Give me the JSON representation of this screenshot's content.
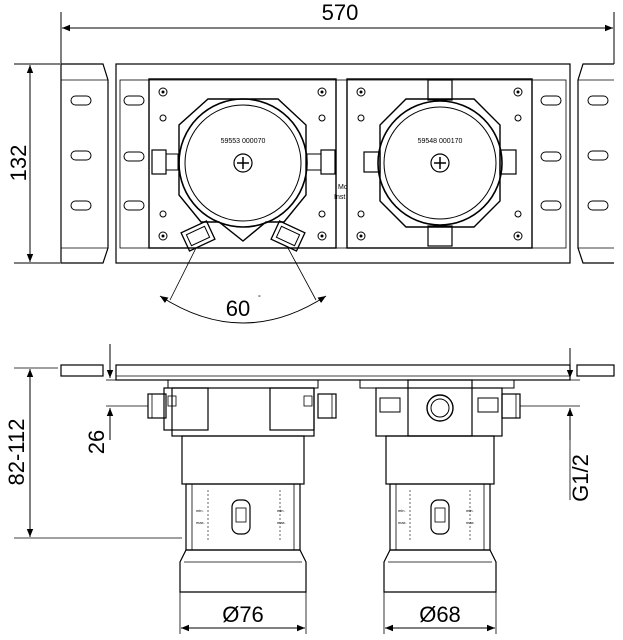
{
  "dimensions": {
    "width": "570",
    "height": "132",
    "angle": "60",
    "angle_unit": "°",
    "depth_range": "82-112",
    "offset": "26",
    "thread": "G1/2",
    "dia_left": "Ø76",
    "dia_right": "Ø68"
  },
  "labels": {
    "left_part_number": "59553 000070",
    "right_part_number": "59548 000170",
    "side_text_1": "Mo",
    "side_text_2": "Inst",
    "min_label": "min.",
    "max_label": "max."
  }
}
